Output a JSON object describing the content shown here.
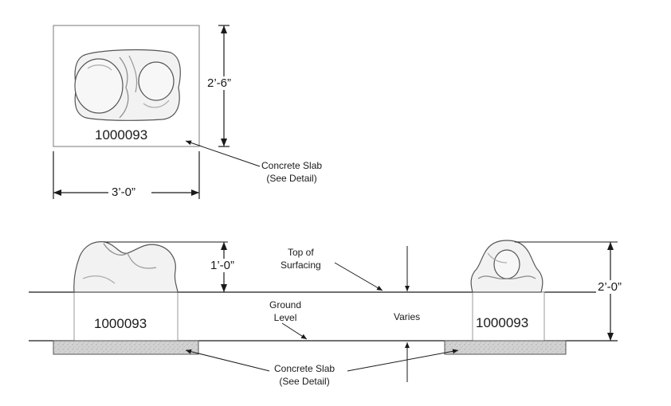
{
  "plan_view": {
    "product_code": "1000093",
    "width_dim": "3’-0”",
    "depth_dim": "2’-6”",
    "slab_callout": [
      "Concrete Slab",
      "(See Detail)"
    ]
  },
  "elevation_view": {
    "product_code_left": "1000093",
    "product_code_right": "1000093",
    "height_dim_left": "1’-0”",
    "height_dim_right": "2’-0”",
    "top_of_surfacing": [
      "Top of",
      "Surfacing"
    ],
    "ground_level": [
      "Ground",
      "Level"
    ],
    "varies": "Varies",
    "slab_callout": [
      "Concrete Slab",
      "(See Detail)"
    ]
  },
  "colors": {
    "line": "#1a1a1a",
    "slab_fill": "#cfcfcf",
    "sculpture_fill": "#f2f2f2"
  }
}
